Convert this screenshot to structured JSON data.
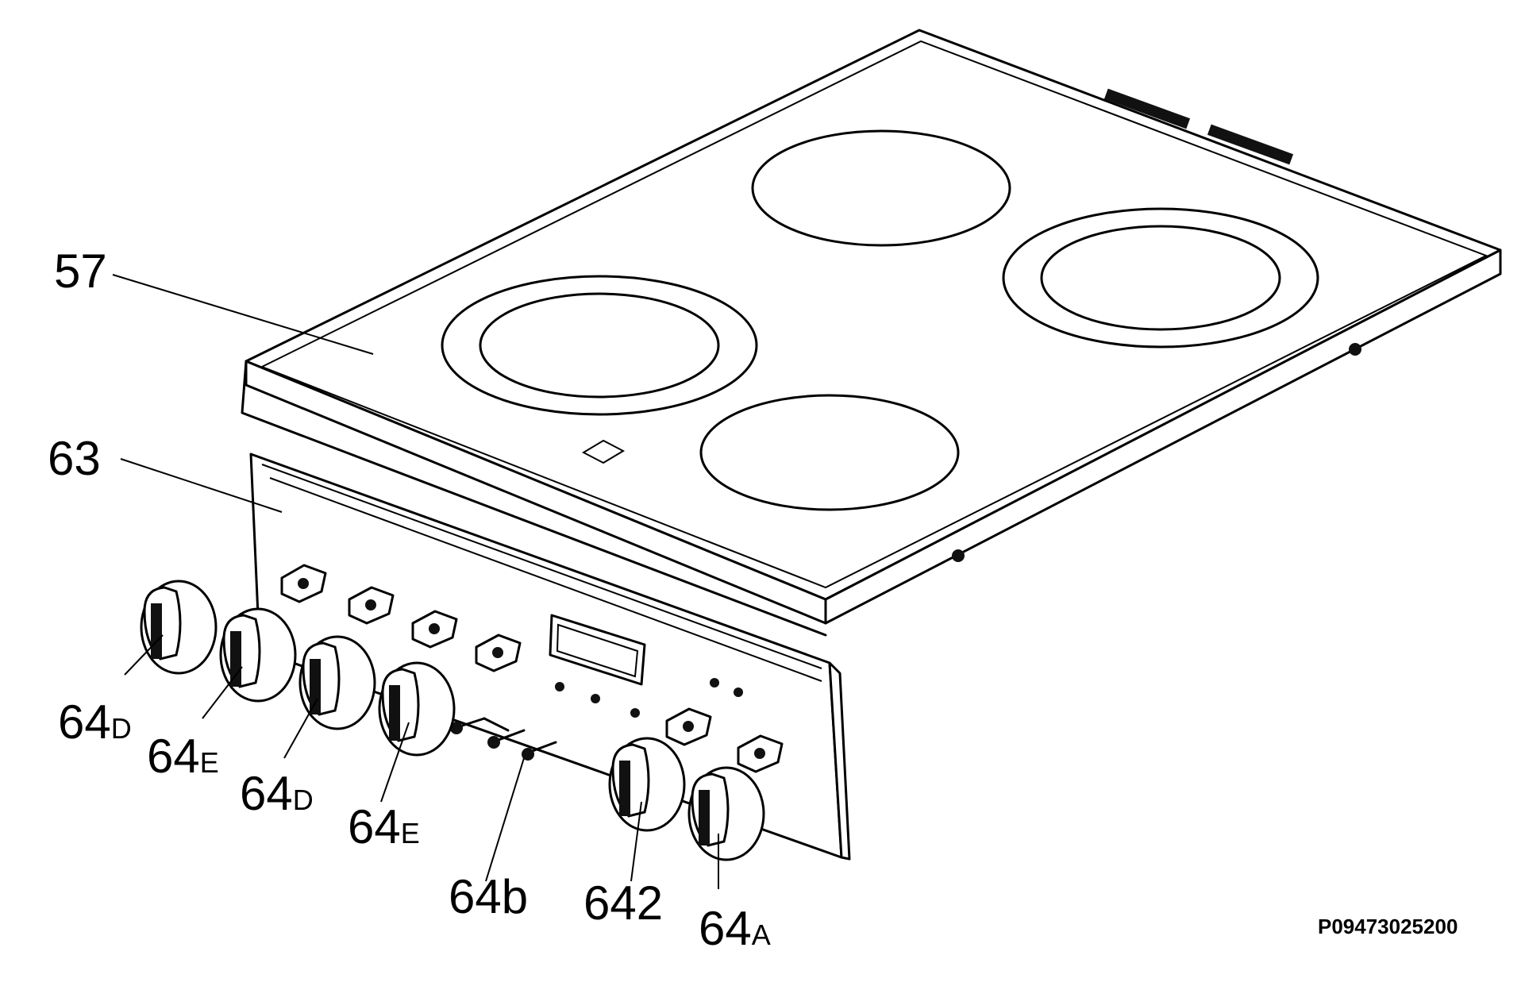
{
  "callouts": {
    "hob": "57",
    "panel": "63",
    "knob1": {
      "main": "64",
      "sub": "D"
    },
    "knob2": {
      "main": "64",
      "sub": "E"
    },
    "knob3": {
      "main": "64",
      "sub": "D"
    },
    "knob4": {
      "main": "64",
      "sub": "E"
    },
    "switches": {
      "main": "64b",
      "sub": ""
    },
    "knob5": {
      "main": "642",
      "sub": ""
    },
    "knob6": {
      "main": "64",
      "sub": "A"
    }
  },
  "drawing_code": "P09473025200"
}
